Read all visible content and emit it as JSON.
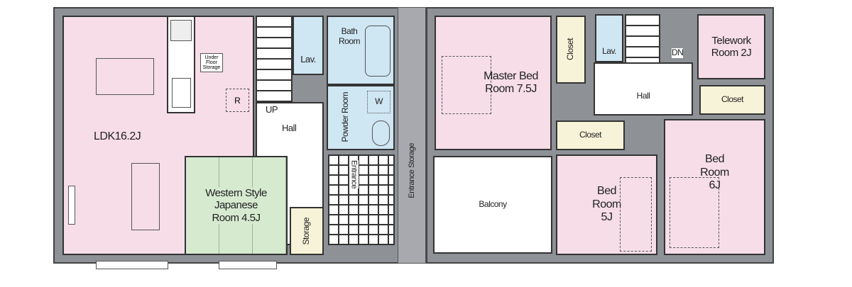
{
  "first_floor": {
    "ldk": "LDK16.2J",
    "under_floor_storage": "Under Floor Storage",
    "refrigerator_mark": "R",
    "up": "UP",
    "hall": "Hall",
    "lav": "Lav.",
    "bath_room": "Bath Room",
    "powder_room": "Powder Room",
    "washer_mark": "W",
    "japanese_room": "Western Style Japanese Room 4.5J",
    "storage": "Storage",
    "entrance": "Entrance",
    "entrance_storage": "Entrance Storage"
  },
  "second_floor": {
    "master_bedroom": "Master Bed Room 7.5J",
    "closet_master": "Closet",
    "lav": "Lav.",
    "dn": "DN",
    "telework": "Telework Room 2J",
    "hall": "Hall",
    "closet_hall": "Closet",
    "closet_bed5": "Closet",
    "balcony": "Balcony",
    "bedroom5": "Bed Room 5J",
    "bedroom6": "Bed Room 6J"
  }
}
